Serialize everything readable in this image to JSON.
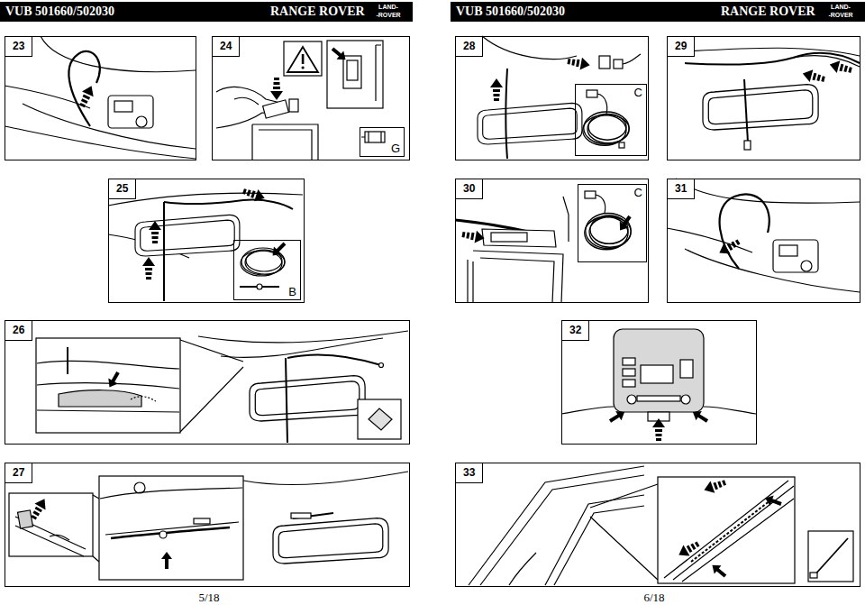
{
  "diagram": {
    "nodes": [
      {
        "text": [
          "VUB 501660/502030",
          "RANGE ROVER"
        ]
      },
      {
        "text": [
          "23"
        ]
      },
      {
        "text": [
          "24"
        ]
      },
      {
        "text": [
          "G"
        ],
        "in": 2
      },
      {
        "text": [
          "25"
        ]
      },
      {
        "text": [
          "B"
        ],
        "in": 4
      },
      {
        "text": [
          "26"
        ]
      },
      {
        "text": [
          "27"
        ]
      },
      {
        "text": [
          "VUB 501660/502030",
          "RANGE ROVER"
        ]
      },
      {
        "text": [
          "28"
        ]
      },
      {
        "text": [
          "C"
        ],
        "in": 9
      },
      {
        "text": [
          "29"
        ]
      },
      {
        "text": [
          "30"
        ]
      },
      {
        "text": [
          "C"
        ],
        "in": 12
      },
      {
        "text": [
          "31"
        ]
      },
      {
        "text": [
          "32"
        ]
      },
      {
        "text": [
          "33"
        ]
      }
    ],
    "labels": [
      "LAND-",
      "-ROVER",
      "LAND-",
      "-ROVER",
      "5/18",
      "6/18"
    ]
  }
}
